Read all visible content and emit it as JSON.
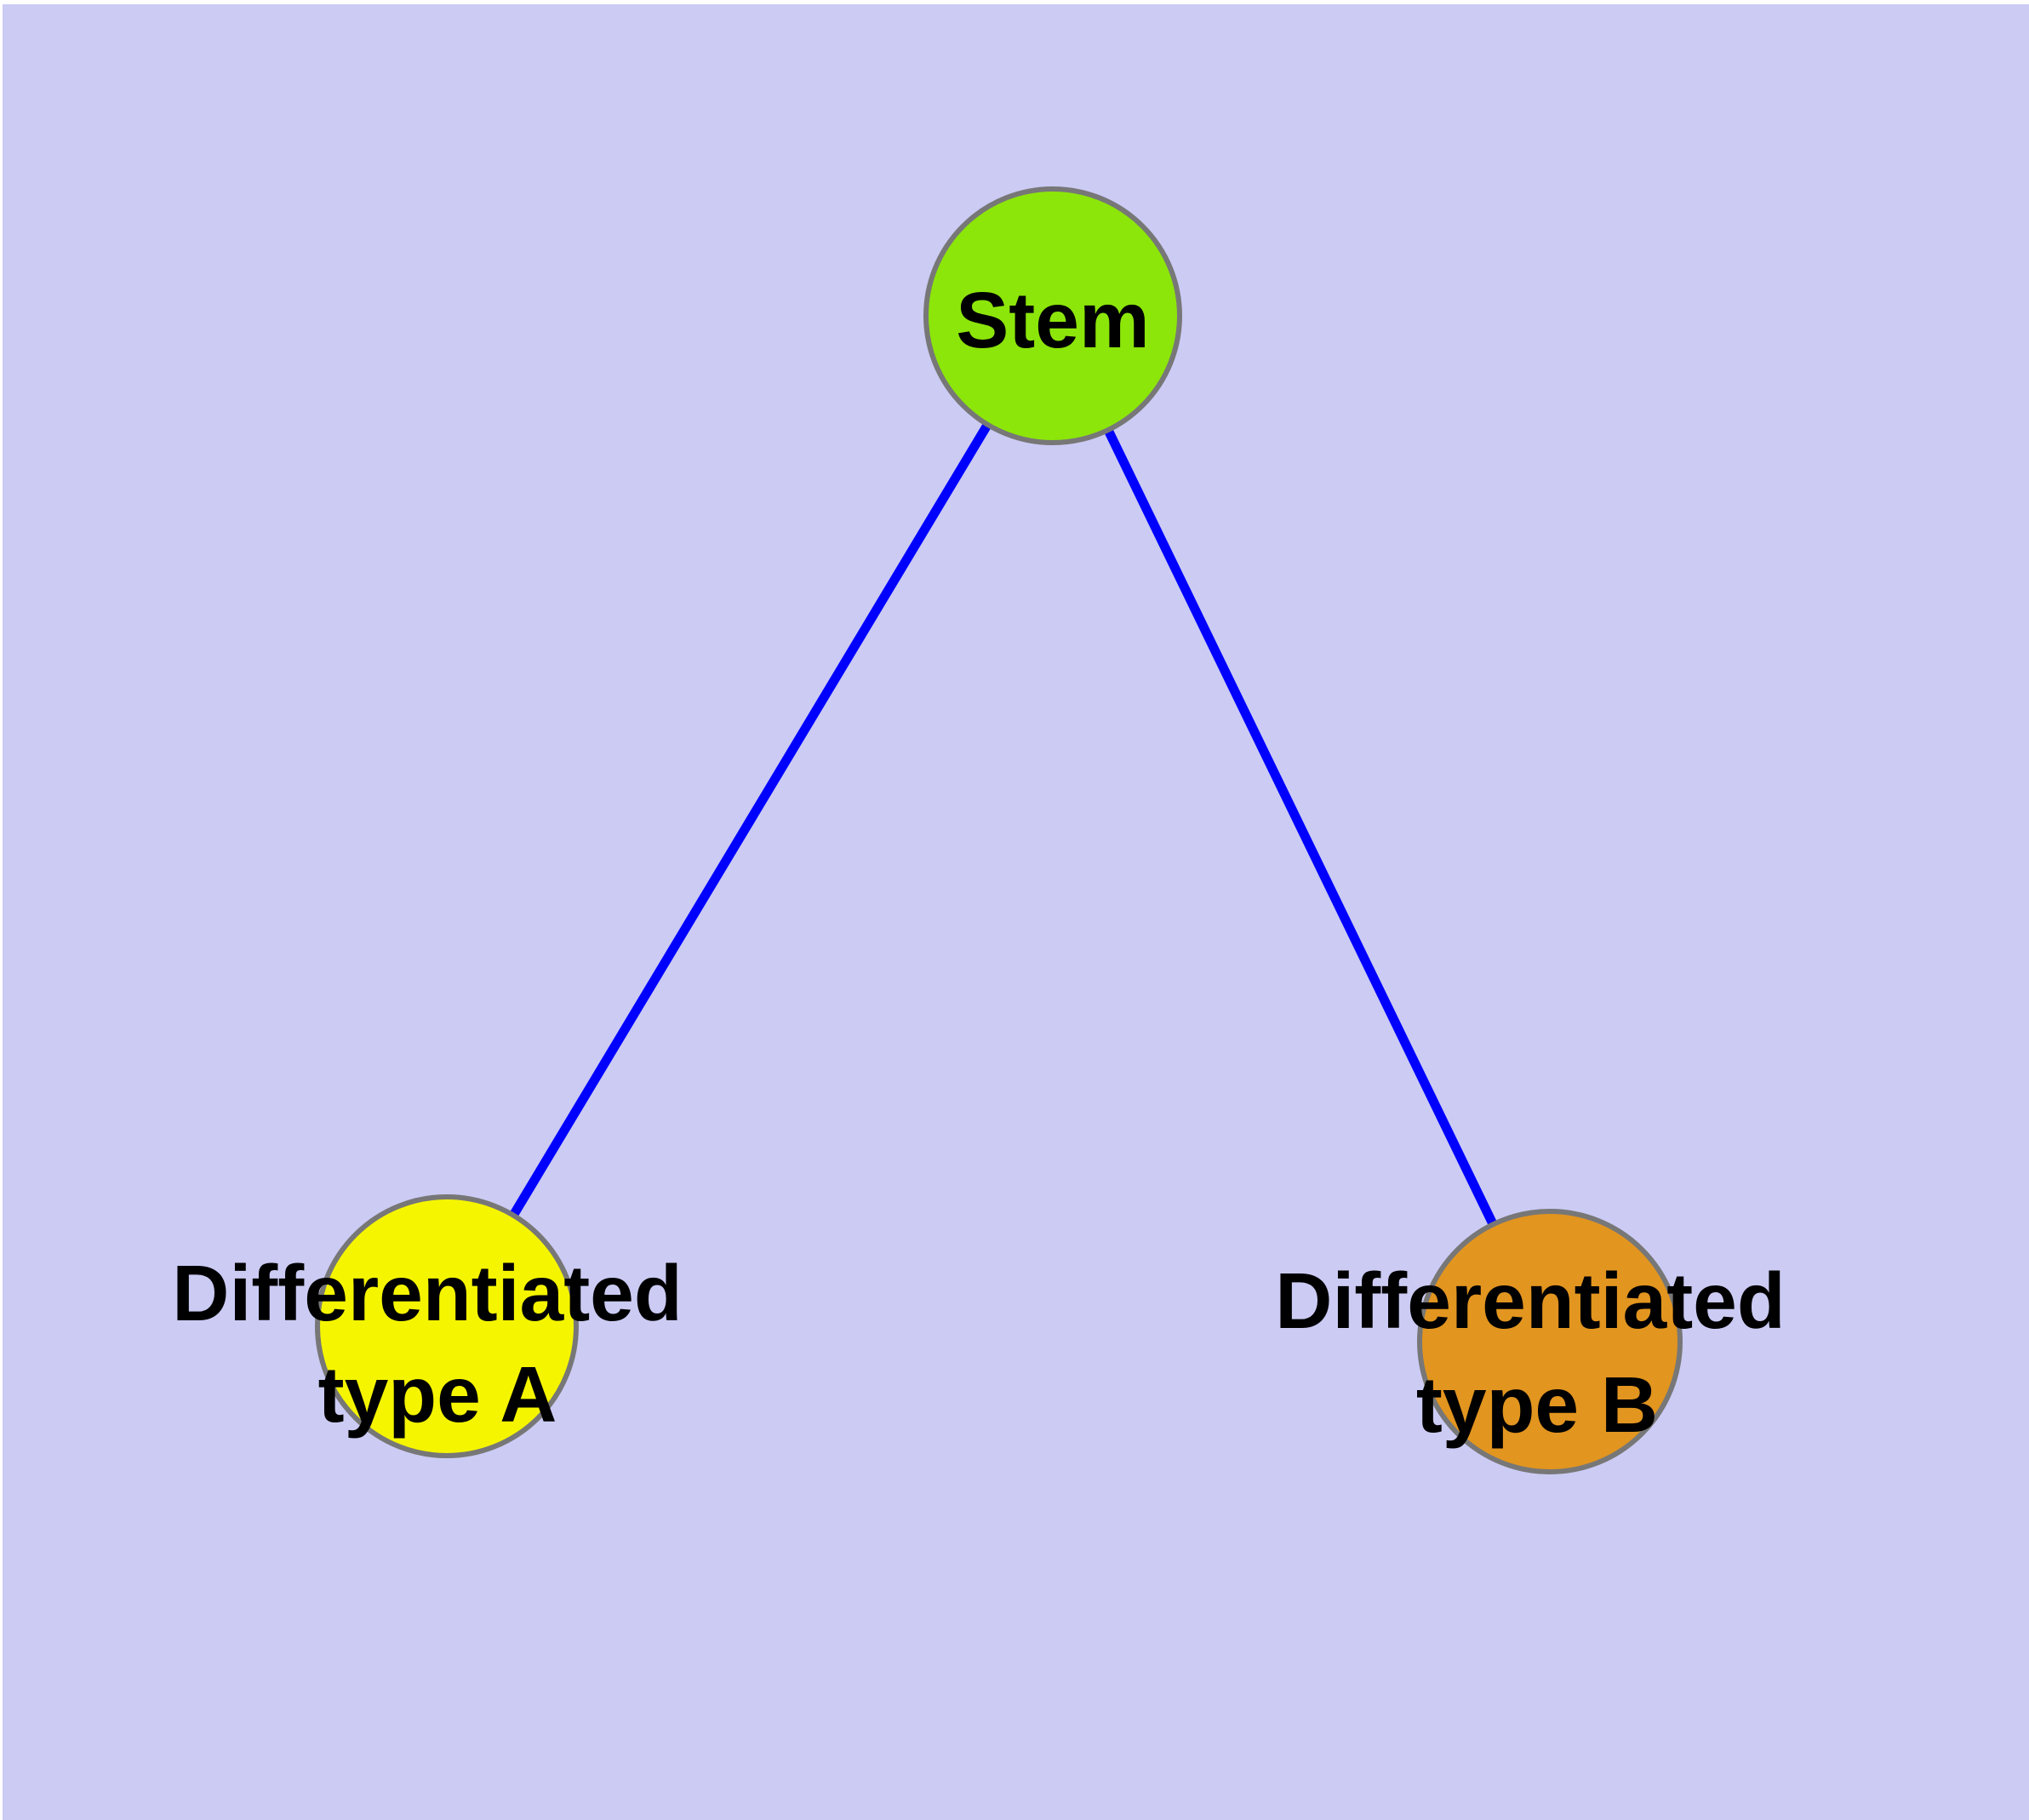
{
  "diagram": {
    "background_color": "#CBCBF4",
    "edge_color": "#0000FF",
    "node_border_color": "#777777",
    "label_color": "#000000",
    "nodes": {
      "stem": {
        "label": "Stem",
        "fill": "#8CE60A"
      },
      "type_a": {
        "label_line1": "Differentiated",
        "label_line2": "type A",
        "fill": "#F5F500"
      },
      "type_b": {
        "label_line1": "Differentiated",
        "label_line2": "type B",
        "fill": "#E2951F"
      }
    },
    "edges": [
      {
        "from": "Stem",
        "to": "Differentiated type A"
      },
      {
        "from": "Stem",
        "to": "Differentiated type B"
      }
    ]
  }
}
